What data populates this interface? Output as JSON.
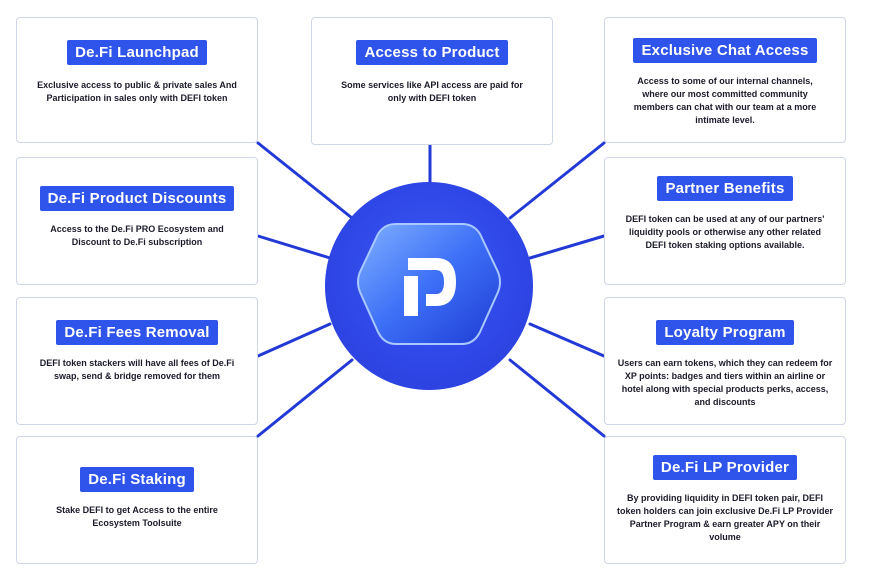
{
  "colors": {
    "accent": "#2f54eb",
    "line": "#2339d6",
    "border": "#cfd6e6"
  },
  "center": {
    "logo": "De.Fi logo"
  },
  "cards": [
    {
      "id": "launchpad",
      "title": "De.Fi Launchpad",
      "desc": "Exclusive access to public & private sales And Participation in sales only with DEFI token"
    },
    {
      "id": "access",
      "title": "Access to Product",
      "desc": "Some services like API access are paid for only with DEFI token"
    },
    {
      "id": "chat",
      "title": "Exclusive Chat Access",
      "desc": "Access to some of our internal channels, where our most committed community members can chat with our team at a more intimate level."
    },
    {
      "id": "discounts",
      "title": "De.Fi Product Discounts",
      "desc": "Access to the De.Fi PRO Ecosystem and Discount to De.Fi subscription"
    },
    {
      "id": "partner",
      "title": "Partner Benefits",
      "desc": "DEFI token can be used at any of our partners' liquidity pools or otherwise any other related DEFI token staking options available."
    },
    {
      "id": "fees",
      "title": "De.Fi Fees Removal",
      "desc": "DEFI token stackers will have all fees of De.Fi swap, send & bridge removed for them"
    },
    {
      "id": "loyalty",
      "title": "Loyalty Program",
      "desc": "Users can earn tokens, which they can redeem for XP points: badges and tiers within an airline or hotel along with special products perks, access, and discounts"
    },
    {
      "id": "staking",
      "title": "De.Fi Staking",
      "desc": "Stake DEFI to get Access to the entire Ecosystem Toolsuite"
    },
    {
      "id": "lp",
      "title": "De.Fi LP Provider",
      "desc": "By providing liquidity in DEFI token pair, DEFI token holders can join exclusive De.Fi LP Provider Partner Program & earn greater APY on their volume"
    }
  ]
}
